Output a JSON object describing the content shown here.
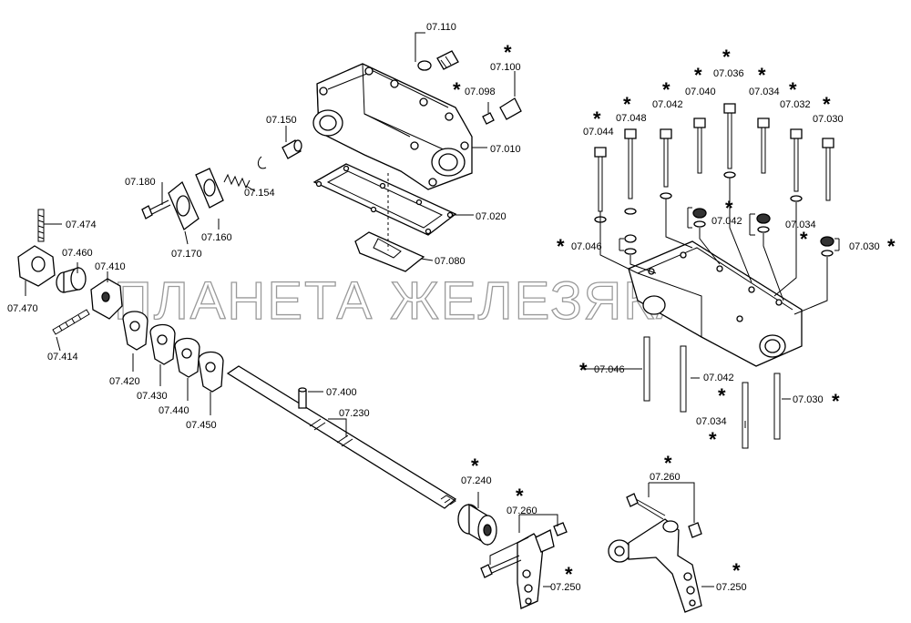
{
  "watermark": "ПЛАНЕТА ЖЕЛЕЗЯКА",
  "asterisk": "*",
  "labels": {
    "p07_110": "07.110",
    "p07_100": "07.100",
    "p07_098": "07.098",
    "p07_150": "07.150",
    "p07_010": "07.010",
    "p07_180": "07.180",
    "p07_154": "07.154",
    "p07_020": "07.020",
    "p07_160": "07.160",
    "p07_170": "07.170",
    "p07_080": "07.080",
    "p07_474": "07.474",
    "p07_460": "07.460",
    "p07_410": "07.410",
    "p07_470": "07.470",
    "p07_414": "07.414",
    "p07_420": "07.420",
    "p07_430": "07.430",
    "p07_440": "07.440",
    "p07_450": "07.450",
    "p07_400": "07.400",
    "p07_230": "07.230",
    "p07_240": "07.240",
    "p07_260_a": "07.260",
    "p07_250_a": "07.250",
    "p07_260_b": "07.260",
    "p07_250_b": "07.250",
    "p07_036": "07.036",
    "p07_040": "07.040",
    "p07_034_top": "07.034",
    "p07_042_top": "07.042",
    "p07_032": "07.032",
    "p07_048": "07.048",
    "p07_030_top": "07.030",
    "p07_044": "07.044",
    "p07_042_mid": "07.042",
    "p07_034_mid": "07.034",
    "p07_046_mid": "07.046",
    "p07_030_mid": "07.030",
    "p07_046_bot": "07.046",
    "p07_042_bot": "07.042",
    "p07_030_bot": "07.030",
    "p07_034_bot": "07.034"
  }
}
